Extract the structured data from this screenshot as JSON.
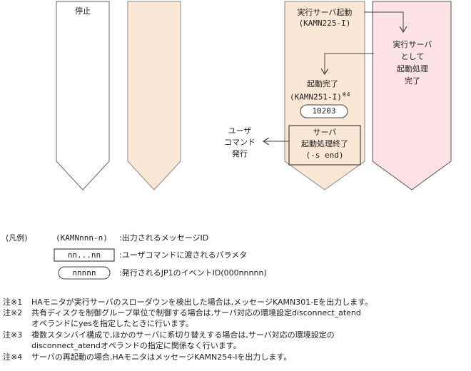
{
  "columns": {
    "stop_label": "停止",
    "active_start_line1": "実行サーバ起動",
    "active_start_line2": "(KAMN225-I)",
    "active_server_line1": "実行サーバ",
    "active_server_line2": "として",
    "active_server_line3": "起動処理",
    "active_server_line4": "完了",
    "start_complete_line1": "起動完了",
    "start_complete_line2": "(KAMN251-I)",
    "start_complete_note": "※4",
    "event_id": "10203",
    "server_box_line1": "サーバ",
    "server_box_line2": "起動処理終了",
    "server_box_line3": "(-s end)",
    "user_command_line1": "ユーザ",
    "user_command_line2": "コマンド",
    "user_command_line3": "発行"
  },
  "legend": {
    "title": "(凡例)",
    "message_sample": "(KAMNnnn-n)",
    "message_desc": ":出力されるメッセージID",
    "param_sample": "nn...nn",
    "param_desc": ":ユーザコマンドに渡されるパラメタ",
    "event_sample": "nnnnn",
    "event_desc": ":発行されるJP1のイベントID(000nnnnn)"
  },
  "notes": [
    {
      "label": "注※1",
      "lines": [
        "HAモニタが実行サーバのスローダウンを検出した場合は,メッセージKAMN301-Eを出力します。"
      ]
    },
    {
      "label": "注※2",
      "lines": [
        "共有ディスクを制御グループ単位で制御する場合は,サーバ対応の環境設定disconnect_atend",
        "オペランドにyesを指定したときに行います。"
      ]
    },
    {
      "label": "注※3",
      "lines": [
        "複数スタンバイ構成で,ほかのサーバに系切り替えする場合は,サーバ対応の環境設定の",
        "disconnect_atendオペランドの指定に関係なく行います。"
      ]
    },
    {
      "label": "注※4",
      "lines": [
        "サーバの再起動の場合,HAモニタはメッセージKAMN254-Iを出力します。"
      ]
    }
  ],
  "colors": {
    "peach": "#fbe7d6",
    "pink": "#fde3e6",
    "line": "#555555"
  }
}
